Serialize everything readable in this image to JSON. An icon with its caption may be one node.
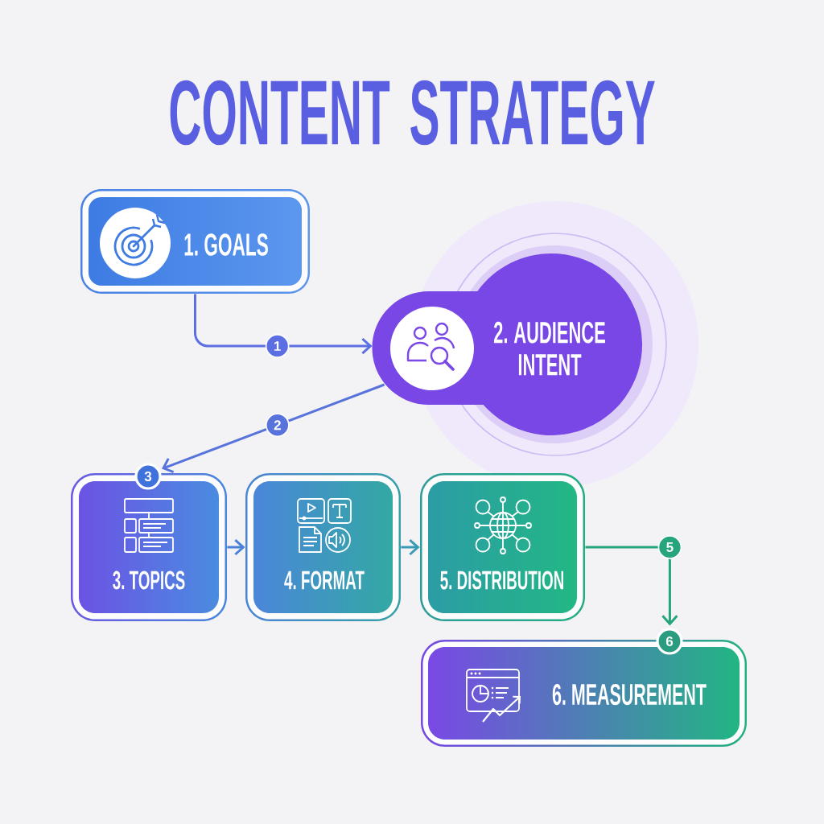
{
  "diagram": {
    "title": "CONTENT STRATEGY",
    "nodes": [
      {
        "text": [
          "1. GOALS"
        ]
      },
      {
        "text": [
          "2. AUDIENCE INTENT"
        ]
      },
      {
        "text": [
          "3",
          "3. TOPICS"
        ]
      },
      {
        "text": [
          "4. FORMAT"
        ]
      },
      {
        "text": [
          "5. DISTRIBUTION"
        ]
      },
      {
        "text": [
          "6",
          "6. MEASUREMENT"
        ]
      }
    ],
    "edges": [
      {
        "from": 0,
        "to": 1,
        "arrow": "to",
        "label": "1",
        "color": "#5b6fe3"
      },
      {
        "from": 1,
        "to": 2,
        "arrow": "to",
        "label": "2",
        "color": "#5874dc"
      },
      {
        "from": 2,
        "to": 3,
        "arrow": "to",
        "color": "#4a82d8"
      },
      {
        "from": 3,
        "to": 4,
        "arrow": "to",
        "color": "#3a9ab5"
      },
      {
        "from": 4,
        "to": 5,
        "arrow": "to",
        "label": "5",
        "color": "#26a47c"
      }
    ]
  }
}
